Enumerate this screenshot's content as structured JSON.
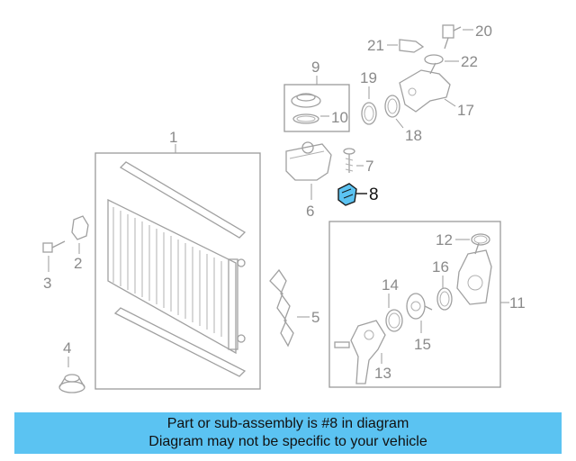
{
  "diagram": {
    "callouts": [
      {
        "id": "c1",
        "label": "1"
      },
      {
        "id": "c2",
        "label": "2"
      },
      {
        "id": "c3",
        "label": "3"
      },
      {
        "id": "c4",
        "label": "4"
      },
      {
        "id": "c5",
        "label": "5"
      },
      {
        "id": "c6",
        "label": "6"
      },
      {
        "id": "c7",
        "label": "7"
      },
      {
        "id": "c8",
        "label": "8"
      },
      {
        "id": "c9",
        "label": "9"
      },
      {
        "id": "c10",
        "label": "10"
      },
      {
        "id": "c11",
        "label": "11"
      },
      {
        "id": "c12",
        "label": "12"
      },
      {
        "id": "c13",
        "label": "13"
      },
      {
        "id": "c14",
        "label": "14"
      },
      {
        "id": "c15",
        "label": "15"
      },
      {
        "id": "c16",
        "label": "16"
      },
      {
        "id": "c17",
        "label": "17"
      },
      {
        "id": "c18",
        "label": "18"
      },
      {
        "id": "c19",
        "label": "19"
      },
      {
        "id": "c20",
        "label": "20"
      },
      {
        "id": "c21",
        "label": "21"
      },
      {
        "id": "c22",
        "label": "22"
      }
    ],
    "highlight_color": "#5bc3f2"
  },
  "banner": {
    "line1": "Part or sub-assembly is #8 in diagram",
    "line2": "Diagram may not be specific to your vehicle",
    "color": "#5bc3f2"
  }
}
